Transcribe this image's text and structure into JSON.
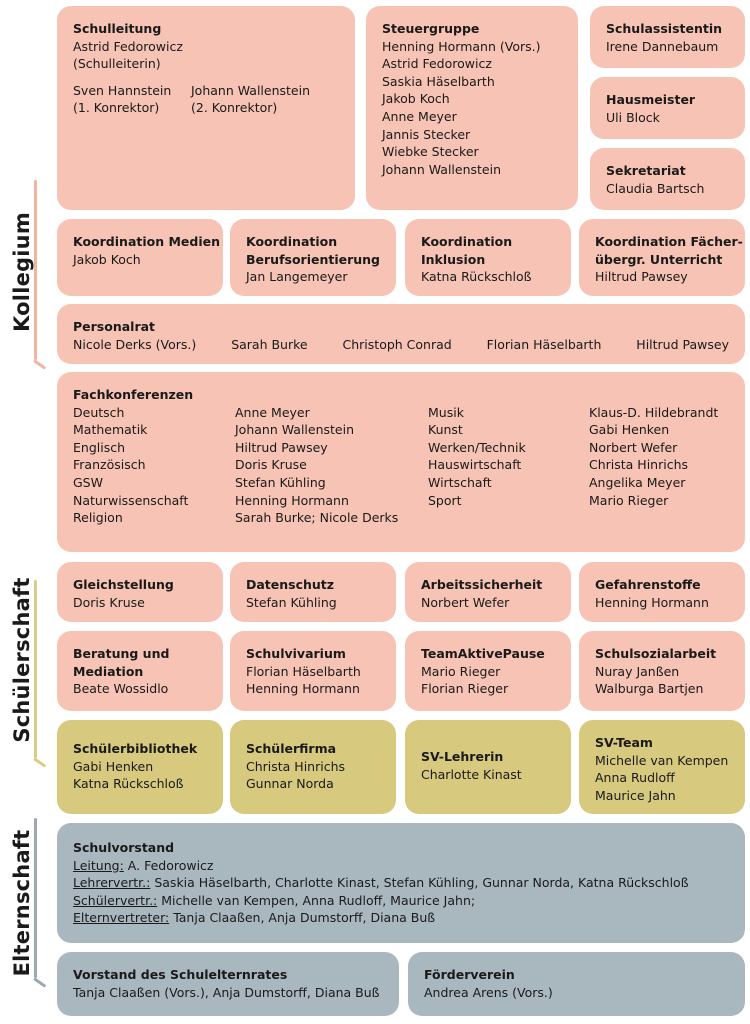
{
  "sections": {
    "kollegium": "Kollegium",
    "schuelerschaft": "Schülerschaft",
    "elternschaft": "Elternschaft"
  },
  "colors": {
    "kollegium": "#f6c3b4",
    "schuelerschaft": "#d7c97e",
    "elternschaft": "#a9b8bf"
  },
  "schulleitung": {
    "title": "Schulleitung",
    "head": "Astrid Fedorowicz",
    "head_role": "(Schulleiterin)",
    "k1_name": "Sven Hannstein",
    "k1_role": "(1. Konrektor)",
    "k2_name": "Johann Wallenstein",
    "k2_role": "(2. Konrektor)"
  },
  "steuergruppe": {
    "title": "Steuergruppe",
    "members": [
      "Henning Hormann (Vors.)",
      "Astrid Fedorowicz",
      "Saskia Häselbarth",
      "Jakob Koch",
      "Anne Meyer",
      "Jannis Stecker",
      "Wiebke Stecker",
      "Johann Wallenstein"
    ]
  },
  "schulassistentin": {
    "title": "Schulassistentin",
    "name": "Irene Dannebaum"
  },
  "hausmeister": {
    "title": "Hausmeister",
    "name": "Uli Block"
  },
  "sekretariat": {
    "title": "Sekretariat",
    "name": "Claudia Bartsch"
  },
  "koordination": [
    {
      "title_1": "Koordination Medien",
      "title_2": "",
      "name": "Jakob Koch"
    },
    {
      "title_1": "Koordination",
      "title_2": "Berufsorientierung",
      "name": "Jan Langemeyer"
    },
    {
      "title_1": "Koordination",
      "title_2": "Inklusion",
      "name": "Katna Rückschloß"
    },
    {
      "title_1": "Koordination Fächer-",
      "title_2": "übergr. Unterricht",
      "name": "Hiltrud Pawsey"
    }
  ],
  "personalrat": {
    "title": "Personalrat",
    "members": [
      "Nicole Derks (Vors.)",
      "Sarah Burke",
      "Christoph Conrad",
      "Florian Häselbarth",
      "Hiltrud Pawsey"
    ]
  },
  "fachkonferenzen": {
    "title": "Fachkonferenzen",
    "subjects_1": [
      "Deutsch",
      "Mathematik",
      "Englisch",
      "Französisch",
      "GSW",
      "Naturwissenschaft",
      "Religion"
    ],
    "chairs_1": [
      "Anne Meyer",
      "Johann Wallenstein",
      "Hiltrud Pawsey",
      "Doris Kruse",
      "Stefan Kühling",
      "Henning Hormann",
      "Sarah Burke; Nicole Derks"
    ],
    "subjects_2": [
      "Musik",
      "Kunst",
      "Werken/Technik",
      "Hauswirtschaft",
      "Wirtschaft",
      "Sport"
    ],
    "chairs_2": [
      "Klaus-D. Hildebrandt",
      "Gabi Henken",
      "Norbert Wefer",
      "Christa Hinrichs",
      "Angelika Meyer",
      "Mario Rieger"
    ]
  },
  "row5": [
    {
      "title_1": "Gleichstellung",
      "names": [
        "Doris Kruse"
      ]
    },
    {
      "title_1": "Datenschutz",
      "names": [
        "Stefan Kühling"
      ]
    },
    {
      "title_1": "Arbeitssicherheit",
      "names": [
        "Norbert Wefer"
      ]
    },
    {
      "title_1": "Gefahrenstoffe",
      "names": [
        "Henning Hormann"
      ]
    }
  ],
  "row6": [
    {
      "title_1": "Beratung und",
      "title_2": "Mediation",
      "names": [
        "Beate Wossidlo"
      ]
    },
    {
      "title_1": "Schulvivarium",
      "names": [
        "Florian Häselbarth",
        "Henning Hormann"
      ]
    },
    {
      "title_1": "TeamAktivePause",
      "names": [
        "Mario Rieger",
        "Florian Rieger"
      ]
    },
    {
      "title_1": "Schulsozialarbeit",
      "names": [
        "Nuray Janßen",
        "Walburga Bartjen"
      ]
    }
  ],
  "row7": [
    {
      "title_1": "Schülerbibliothek",
      "names": [
        "Gabi Henken",
        "Katna Rückschloß"
      ]
    },
    {
      "title_1": "Schülerfirma",
      "names": [
        "Christa Hinrichs",
        "Gunnar Norda"
      ]
    },
    {
      "title_1": "SV-Lehrerin",
      "names": [
        "Charlotte Kinast"
      ]
    },
    {
      "title_1": "SV-Team",
      "names": [
        "Michelle van Kempen",
        "Anna Rudloff",
        "Maurice Jahn"
      ]
    }
  ],
  "schulvorstand": {
    "title": "Schulvorstand",
    "leitung_label": "Leitung:",
    "leitung": " A. Fedorowicz",
    "lehrer_label": "Lehrervertr.:",
    "lehrer": " Saskia Häselbarth, Charlotte Kinast, Stefan Kühling, Gunnar Norda, Katna Rückschloß",
    "schueler_label": "Schülervertr.:",
    "schueler": " Michelle van Kempen, Anna Rudloff,  Maurice Jahn;",
    "eltern_label": "Elternvertreter:",
    "eltern": " Tanja Claaßen, Anja Dumstorff, Diana Buß"
  },
  "schulelternrat": {
    "title": "Vorstand des Schulelternrates",
    "names": "Tanja Claaßen (Vors.), Anja Dumstorff, Diana Buß"
  },
  "foerderverein": {
    "title": "Förderverein",
    "names": "Andrea Arens (Vors.)"
  }
}
